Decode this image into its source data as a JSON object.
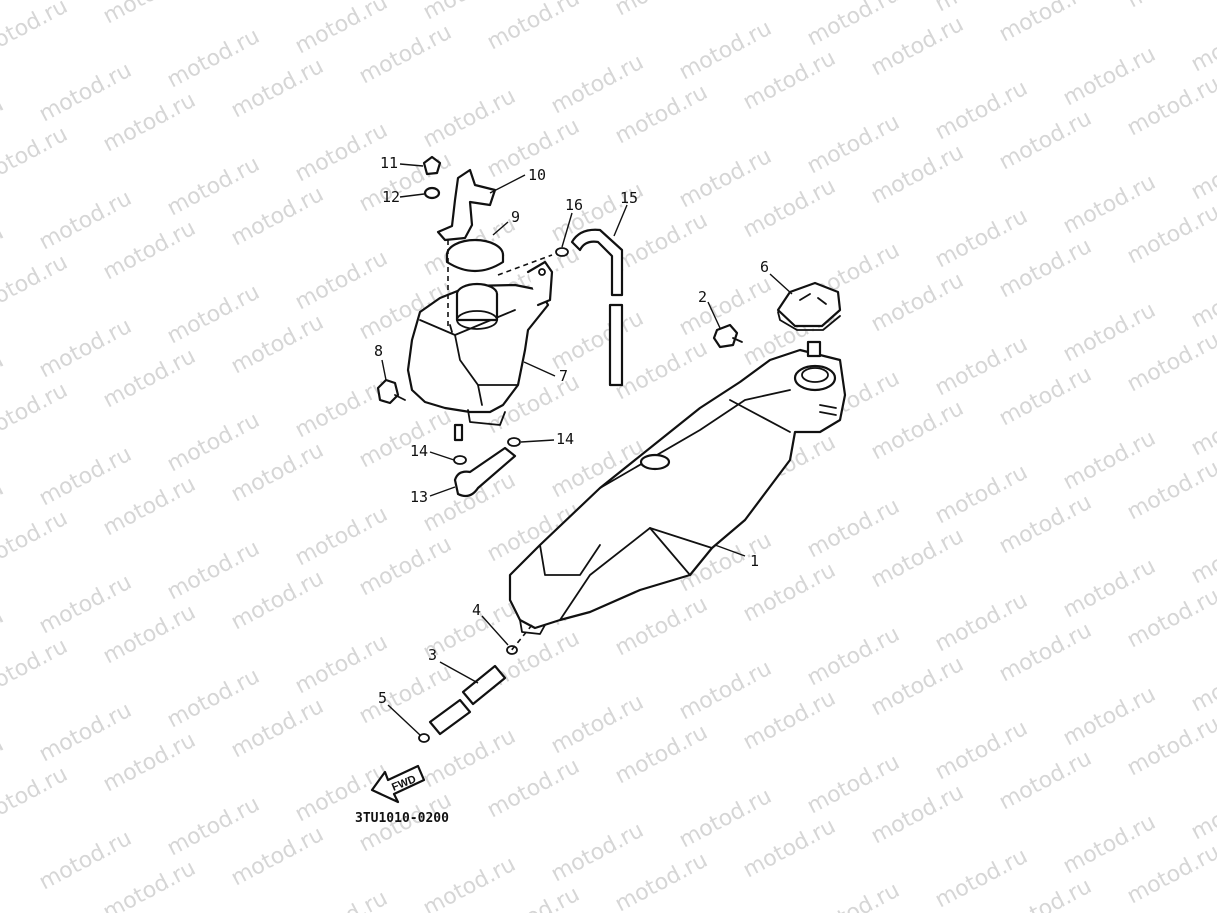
{
  "watermark": "motod.ru",
  "diagram_code": "3TU1010-0200",
  "fwd_label": "FWD",
  "callouts": [
    "1",
    "2",
    "3",
    "4",
    "5",
    "6",
    "7",
    "8",
    "9",
    "10",
    "11",
    "12",
    "13",
    "14",
    "14",
    "15",
    "16"
  ],
  "colors": {
    "ink": "#111111",
    "watermark": "#d6d6d6",
    "background": "#ffffff"
  }
}
